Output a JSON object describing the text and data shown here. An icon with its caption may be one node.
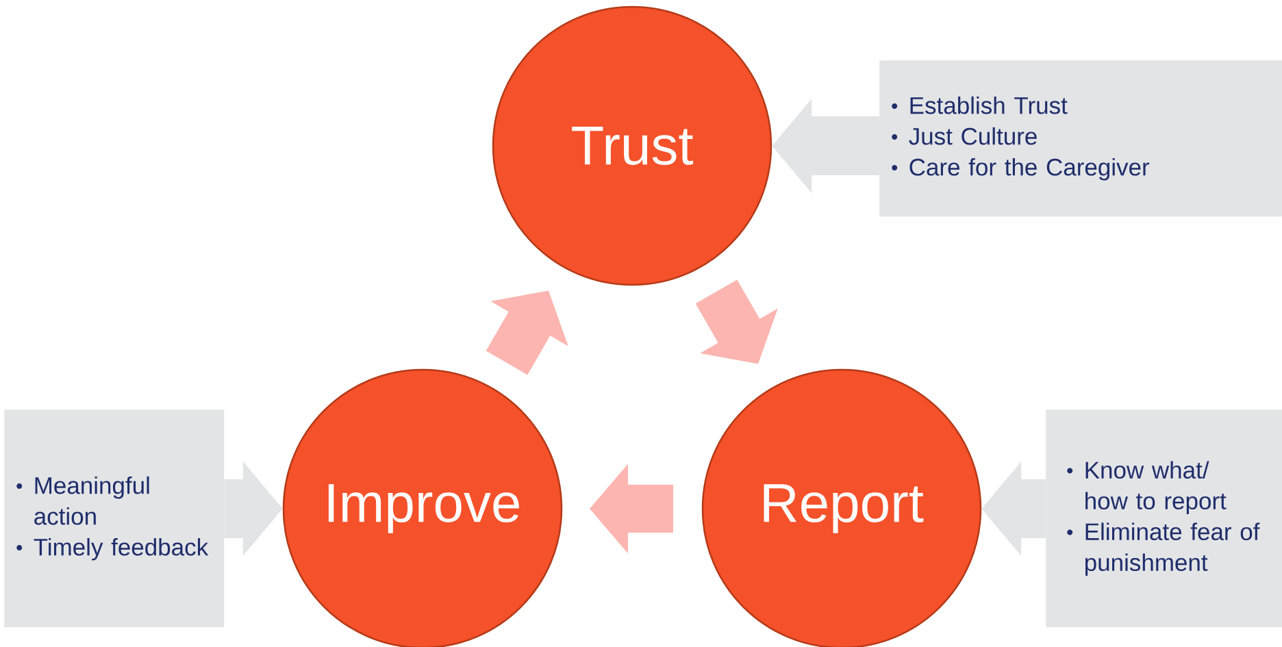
{
  "diagram": {
    "nodes": [
      {
        "text": [
          "Trust"
        ]
      },
      {
        "text": [
          "Report"
        ]
      },
      {
        "text": [
          "Improve"
        ]
      },
      {
        "text": [
          "Establish Trust",
          "Just Culture",
          "Care for the Caregiver"
        ]
      },
      {
        "text": [
          "Know what/ how to report",
          "Eliminate fear of punishment"
        ]
      },
      {
        "text": [
          "Meaningful action",
          "Timely feedback"
        ]
      }
    ],
    "edges": [
      {
        "from": 2,
        "to": 0,
        "arrow": "to",
        "color": "#fcb5b0"
      },
      {
        "from": 0,
        "to": 1,
        "arrow": "to",
        "color": "#fcb5b0"
      },
      {
        "from": 1,
        "to": 2,
        "arrow": "to",
        "color": "#fcb5b0"
      },
      {
        "from": 3,
        "to": 0,
        "arrow": "to",
        "color": "#e3e4e6"
      },
      {
        "from": 4,
        "to": 1,
        "arrow": "to",
        "color": "#e3e4e6"
      },
      {
        "from": 5,
        "to": 2,
        "arrow": "to",
        "color": "#e3e4e6"
      }
    ]
  }
}
